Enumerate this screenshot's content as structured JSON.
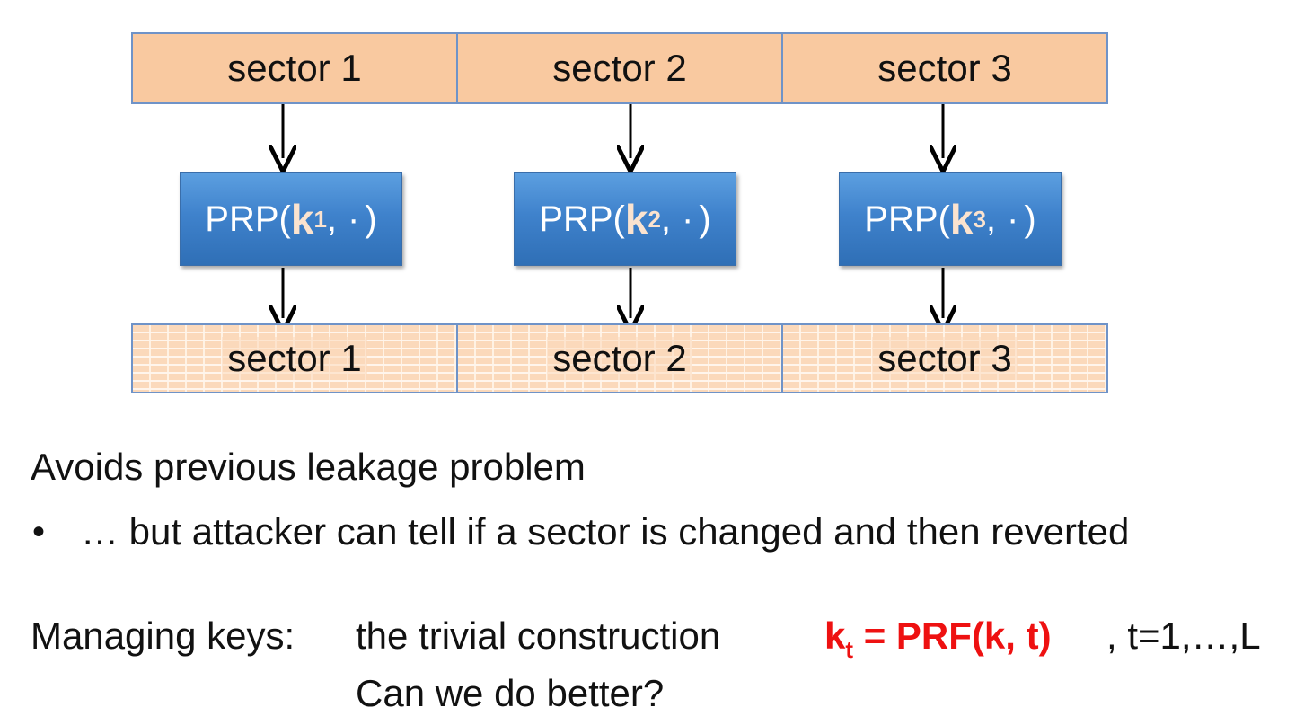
{
  "top_sectors": [
    "sector 1",
    "sector 2",
    "sector 3"
  ],
  "prp_boxes": [
    {
      "prefix": "PRP(",
      "key": "k",
      "sub": "1",
      "dot": "·",
      "suffix": ")"
    },
    {
      "prefix": "PRP(",
      "key": "k",
      "sub": "2",
      "dot": "·",
      "suffix": ")"
    },
    {
      "prefix": "PRP(",
      "key": "k",
      "sub": "3",
      "dot": "·",
      "suffix": ")"
    }
  ],
  "bottom_sectors": [
    "sector 1",
    "sector 2",
    "sector 3"
  ],
  "text": {
    "avoids": "Avoids previous leakage problem",
    "bullet_symbol": "•",
    "bullet": "… but attacker can tell if a sector is changed and then reverted",
    "managing_label": "Managing keys:",
    "managing_desc": "the trivial construction",
    "formula_k": "k",
    "formula_sub": "t",
    "formula_rest": " = PRF(k, t)",
    "range": ", t=1,…,L",
    "question": "Can we do better?"
  },
  "colors": {
    "sector_fill": "#f9c9a0",
    "sector_border": "#6f93c8",
    "prp_fill": "#3f82cc",
    "key_text": "#fbe3cf",
    "formula": "#ee1111"
  }
}
